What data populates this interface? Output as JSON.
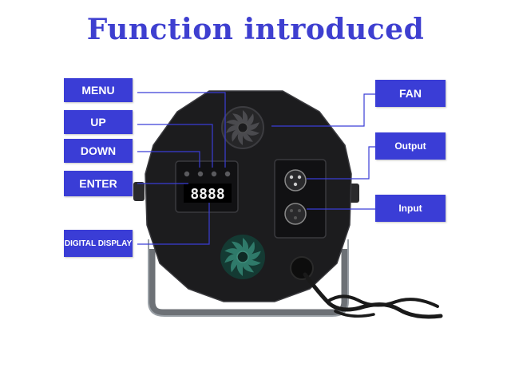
{
  "title": "Function introduced",
  "labels": {
    "menu": "MENU",
    "up": "UP",
    "down": "DOWN",
    "enter": "ENTER",
    "digital_display": "DIGITAL DISPLAY",
    "fan": "FAN",
    "output": "Output",
    "input": "Input"
  },
  "colors": {
    "label_bg": "#3a3dd6",
    "title": "#3e3fd0",
    "leader_line": "#3a3dd6",
    "device_body": "#1c1c1e",
    "fan_front": "#2f7a6a"
  },
  "display_digits": "8888"
}
